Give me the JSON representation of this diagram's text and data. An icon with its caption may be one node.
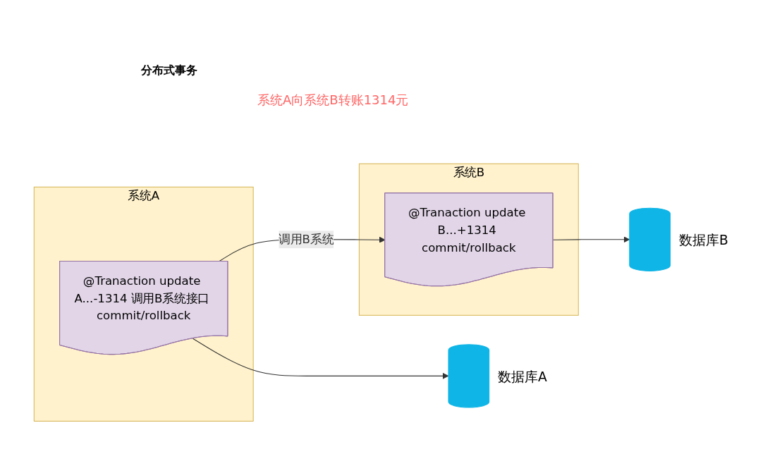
{
  "diagram": {
    "title": "分布式事务",
    "nodes": [
      {
        "text": [
          "系统A"
        ]
      },
      {
        "text": [
          "@Tranaction update A...-1314 调用B系统接口 commit/rollback"
        ],
        "in": 0
      },
      {
        "text": [
          "系统B"
        ]
      },
      {
        "text": [
          "@Tranaction update B...+1314 commit/rollback"
        ],
        "in": 2
      },
      {
        "text": [],
        "shape": "cylinder",
        "beside": [
          "数据库A"
        ]
      },
      {
        "text": [],
        "shape": "cylinder",
        "beside": [
          "数据库B"
        ]
      }
    ],
    "edges": [
      {
        "from": 1,
        "to": 3,
        "label": "调用B系统",
        "arrow": "to"
      },
      {
        "from": 1,
        "to": 4,
        "arrow": "to"
      },
      {
        "from": 3,
        "to": 5,
        "arrow": "to"
      }
    ],
    "labels": [
      "系统A向系统B转账1314元"
    ]
  }
}
